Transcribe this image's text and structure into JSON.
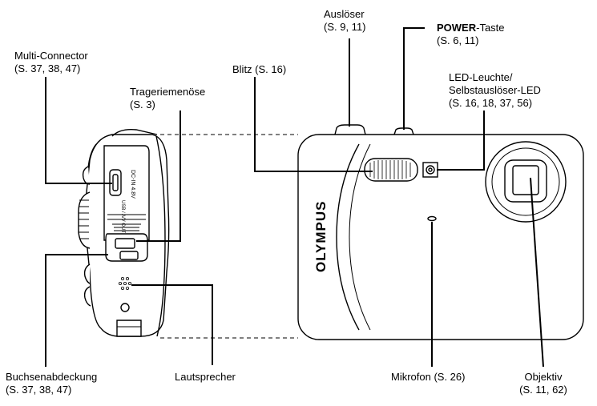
{
  "labels": {
    "multi_connector": {
      "name": "Multi-Connector",
      "ref": "(S. 37, 38, 47)"
    },
    "trageriemenoese": {
      "name": "Trageriemenöse",
      "ref": "(S. 3)"
    },
    "ausloeser": {
      "name": "Auslöser",
      "ref": "(S. 9, 11)"
    },
    "power_taste": {
      "name_bold": "POWER",
      "name_rest": "-Taste",
      "ref": "(S. 6, 11)"
    },
    "blitz": {
      "name": "Blitz (S. 16)"
    },
    "led": {
      "name": "LED-Leuchte/",
      "name2": "Selbstauslöser-LED",
      "ref": "(S. 16, 18, 37, 56)"
    },
    "buchsenabdeckung": {
      "name": "Buchsenabdeckung",
      "ref": "(S. 37, 38, 47)"
    },
    "lautsprecher": {
      "name": "Lautsprecher"
    },
    "mikrofon": {
      "name": "Mikrofon (S. 26)"
    },
    "objektiv": {
      "name": "Objektiv",
      "ref": "(S. 11, 62)"
    }
  },
  "camera": {
    "brand": "OLYMPUS",
    "side_port_label": "DC-IN 4.8V",
    "side_usb_label": "USB / A/V OUT"
  }
}
